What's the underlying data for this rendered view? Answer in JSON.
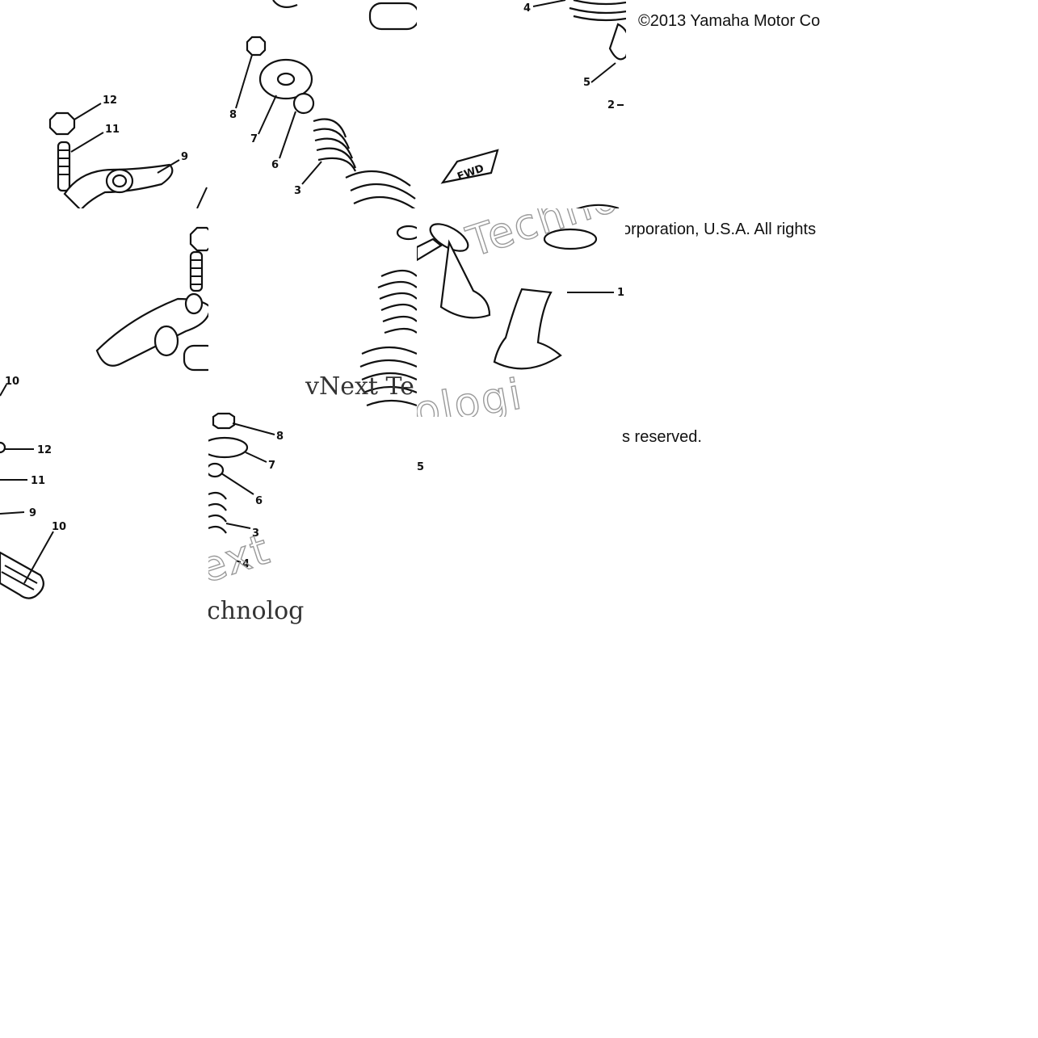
{
  "copyright": {
    "line1": "©2013 Yamaha Motor Co",
    "line2": "orporation, U.S.A. All rights",
    "line3": "s reserved."
  },
  "watermark": {
    "brand_a": "Techno",
    "brand_b": "vNext Te",
    "brand_c": "ologi",
    "brand_d": "ext",
    "brand_e": "chnolog"
  },
  "callouts": {
    "t1": [
      "4",
      "5",
      "2"
    ],
    "t2": [
      "12",
      "11",
      "9"
    ],
    "t3": [
      "8",
      "7",
      "6",
      "3",
      "FWD"
    ],
    "t4": [
      "1"
    ],
    "t5": [
      "10",
      "12",
      "11",
      "9",
      "10"
    ],
    "t6": [
      "8",
      "7",
      "6",
      "3",
      "4"
    ],
    "t7": [
      "5"
    ]
  }
}
